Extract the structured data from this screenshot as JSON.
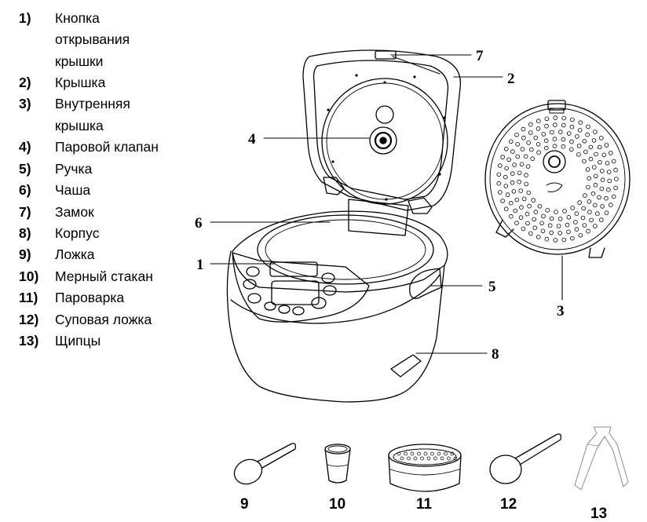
{
  "legend": [
    {
      "num": "1)",
      "text": "Кнопка открывания крышки"
    },
    {
      "num": "2)",
      "text": "Крышка"
    },
    {
      "num": "3)",
      "text": "Внутренняя крышка"
    },
    {
      "num": "4)",
      "text": "Паровой клапан"
    },
    {
      "num": "5)",
      "text": "Ручка"
    },
    {
      "num": "6)",
      "text": "Чаша"
    },
    {
      "num": "7)",
      "text": "Замок"
    },
    {
      "num": "8)",
      "text": "Корпус"
    },
    {
      "num": "9)",
      "text": "Ложка"
    },
    {
      "num": "10)",
      "text": "Мерный стакан"
    },
    {
      "num": "11)",
      "text": "Пароварка"
    },
    {
      "num": "12)",
      "text": "Суповая ложка"
    },
    {
      "num": "13)",
      "text": "Щипцы"
    }
  ],
  "callouts": {
    "c1": "1",
    "c2": "2",
    "c3": "3",
    "c4": "4",
    "c5": "5",
    "c6": "6",
    "c7": "7",
    "c8": "8"
  },
  "accessories": {
    "a9": "9",
    "a10": "10",
    "a11": "11",
    "a12": "12",
    "a13": "13"
  }
}
